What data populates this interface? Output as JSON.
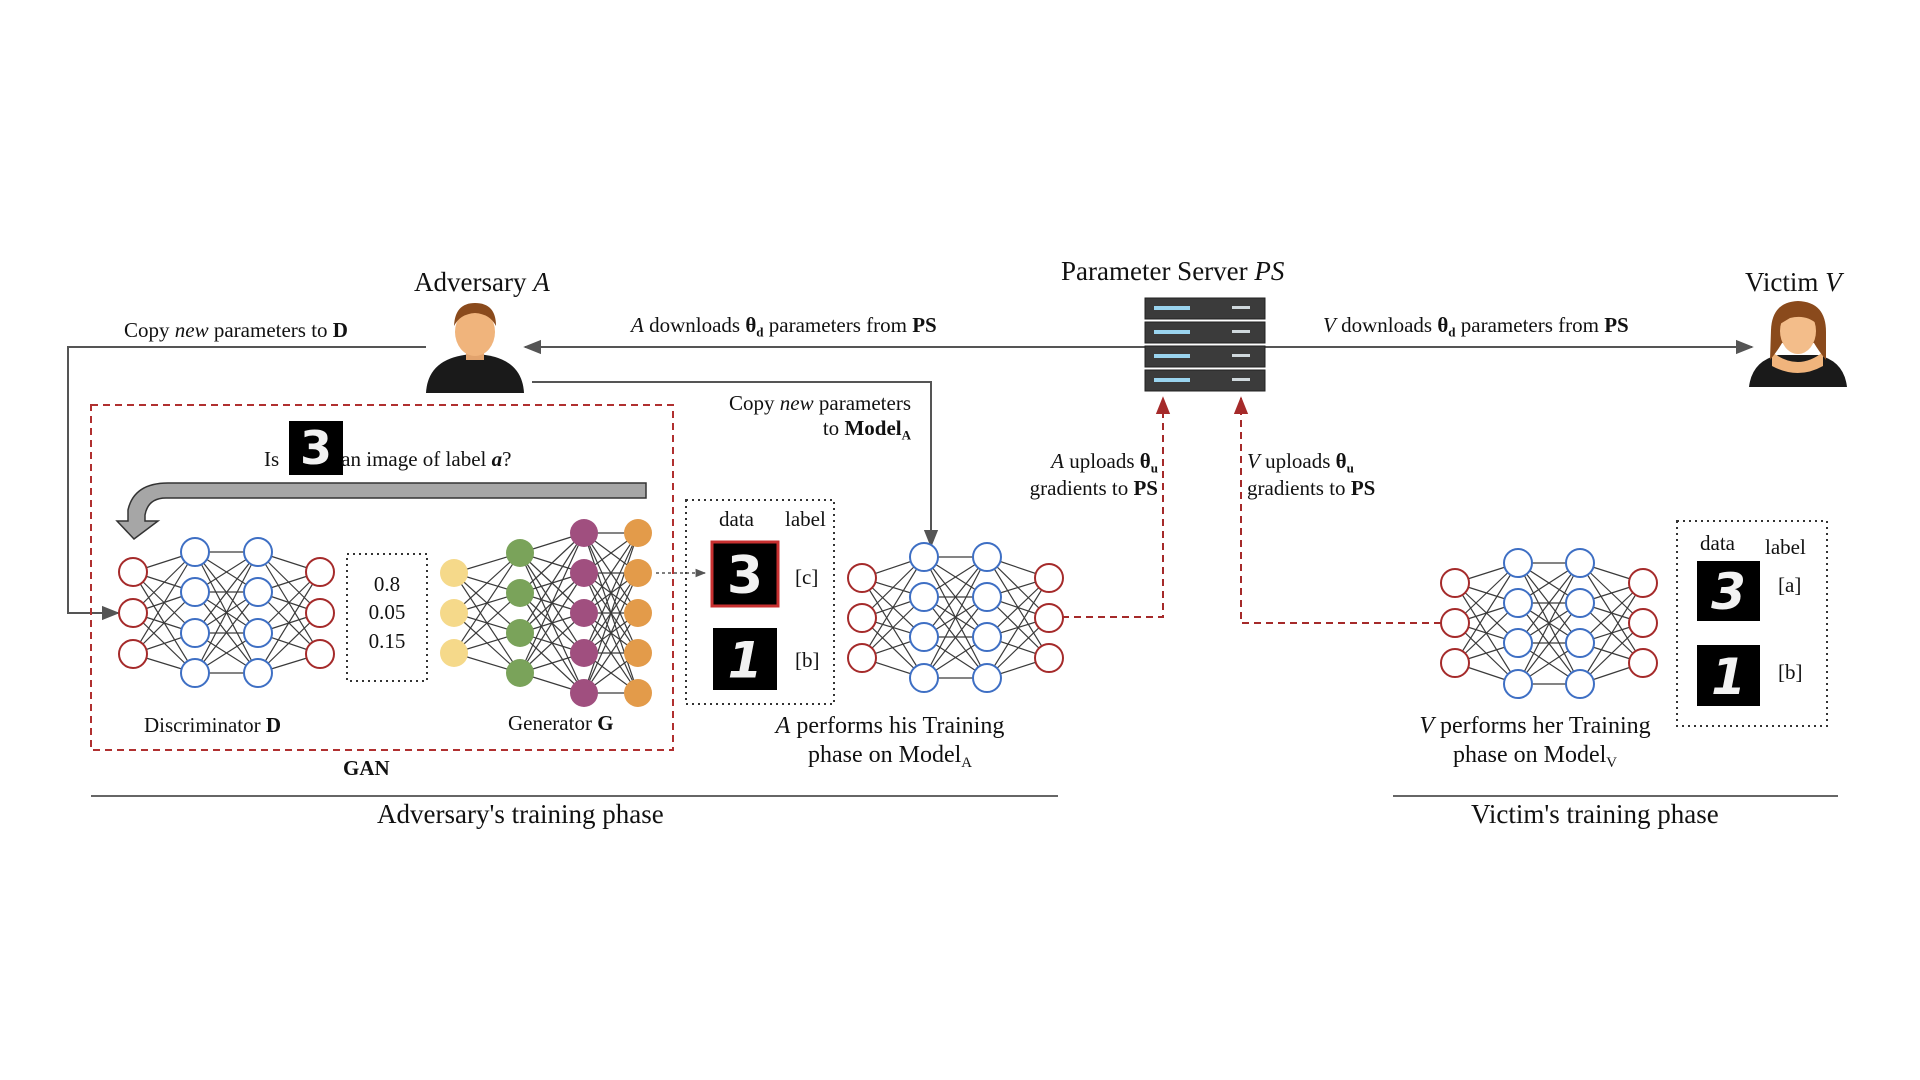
{
  "entities": {
    "adversary": {
      "name": "Adversary",
      "symbol": "A"
    },
    "server": {
      "name": "Parameter Server",
      "symbol": "PS"
    },
    "victim": {
      "name": "Victim",
      "symbol": "V"
    }
  },
  "arrows": {
    "copy_to_d": {
      "pre": "Copy",
      "em": "new",
      "post": "parameters to",
      "bold": "D"
    },
    "a_downloads": {
      "subject": "A",
      "text": "downloads",
      "theta": "θ",
      "sub": "d",
      "post": "parameters from",
      "bold": "PS"
    },
    "v_downloads": {
      "subject": "V",
      "text": "downloads",
      "theta": "θ",
      "sub": "d",
      "post": "parameters from",
      "bold": "PS"
    },
    "copy_to_model": {
      "line1_pre": "Copy",
      "line1_em": "new",
      "line1_post": "parameters",
      "line2_pre": "to",
      "line2_bold": "Model",
      "line2_sub": "A"
    },
    "a_uploads": {
      "subject": "A",
      "text": "uploads",
      "theta": "θ",
      "sub": "u",
      "line2": "gradients to",
      "bold": "PS"
    },
    "v_uploads": {
      "subject": "V",
      "text": "uploads",
      "theta": "θ",
      "sub": "u",
      "line2": "gradients to",
      "bold": "PS"
    }
  },
  "gan": {
    "question_pre": "Is",
    "question_post": "an image of label",
    "question_label": "a",
    "question_end": "?",
    "probabilities": [
      "0.8",
      "0.05",
      "0.15"
    ],
    "discriminator": {
      "text": "Discriminator",
      "bold": "D"
    },
    "generator": {
      "text": "Generator",
      "bold": "G"
    },
    "title": "GAN"
  },
  "adversary_data": {
    "header_data": "data",
    "header_label": "label",
    "rows": [
      {
        "digit": "3",
        "label": "[c]"
      },
      {
        "digit": "1",
        "label": "[b]"
      }
    ]
  },
  "victim_data": {
    "header_data": "data",
    "header_label": "label",
    "rows": [
      {
        "digit": "3",
        "label": "[a]"
      },
      {
        "digit": "1",
        "label": "[b]"
      }
    ]
  },
  "adversary_training": {
    "subject": "A",
    "line1": "performs his Training",
    "line2": "phase on Model",
    "sub": "A"
  },
  "victim_training": {
    "subject": "V",
    "line1": "performs her Training",
    "line2": "phase on Model",
    "sub": "V"
  },
  "phases": {
    "adversary": "Adversary's training phase",
    "victim": "Victim's training phase"
  },
  "colors": {
    "red_node": "#a52a2a",
    "blue_node": "#3e6fc4",
    "yellow_node": "#f5d98a",
    "green_node": "#7aa35a",
    "purple_node": "#a04f7f",
    "orange_node": "#e39b4a",
    "gan_border": "#b03030",
    "upload_arrow": "#a52a2a",
    "arrow_gray": "#555555"
  },
  "icons": [
    "adversary-avatar-icon",
    "server-rack-icon",
    "victim-avatar-icon"
  ]
}
